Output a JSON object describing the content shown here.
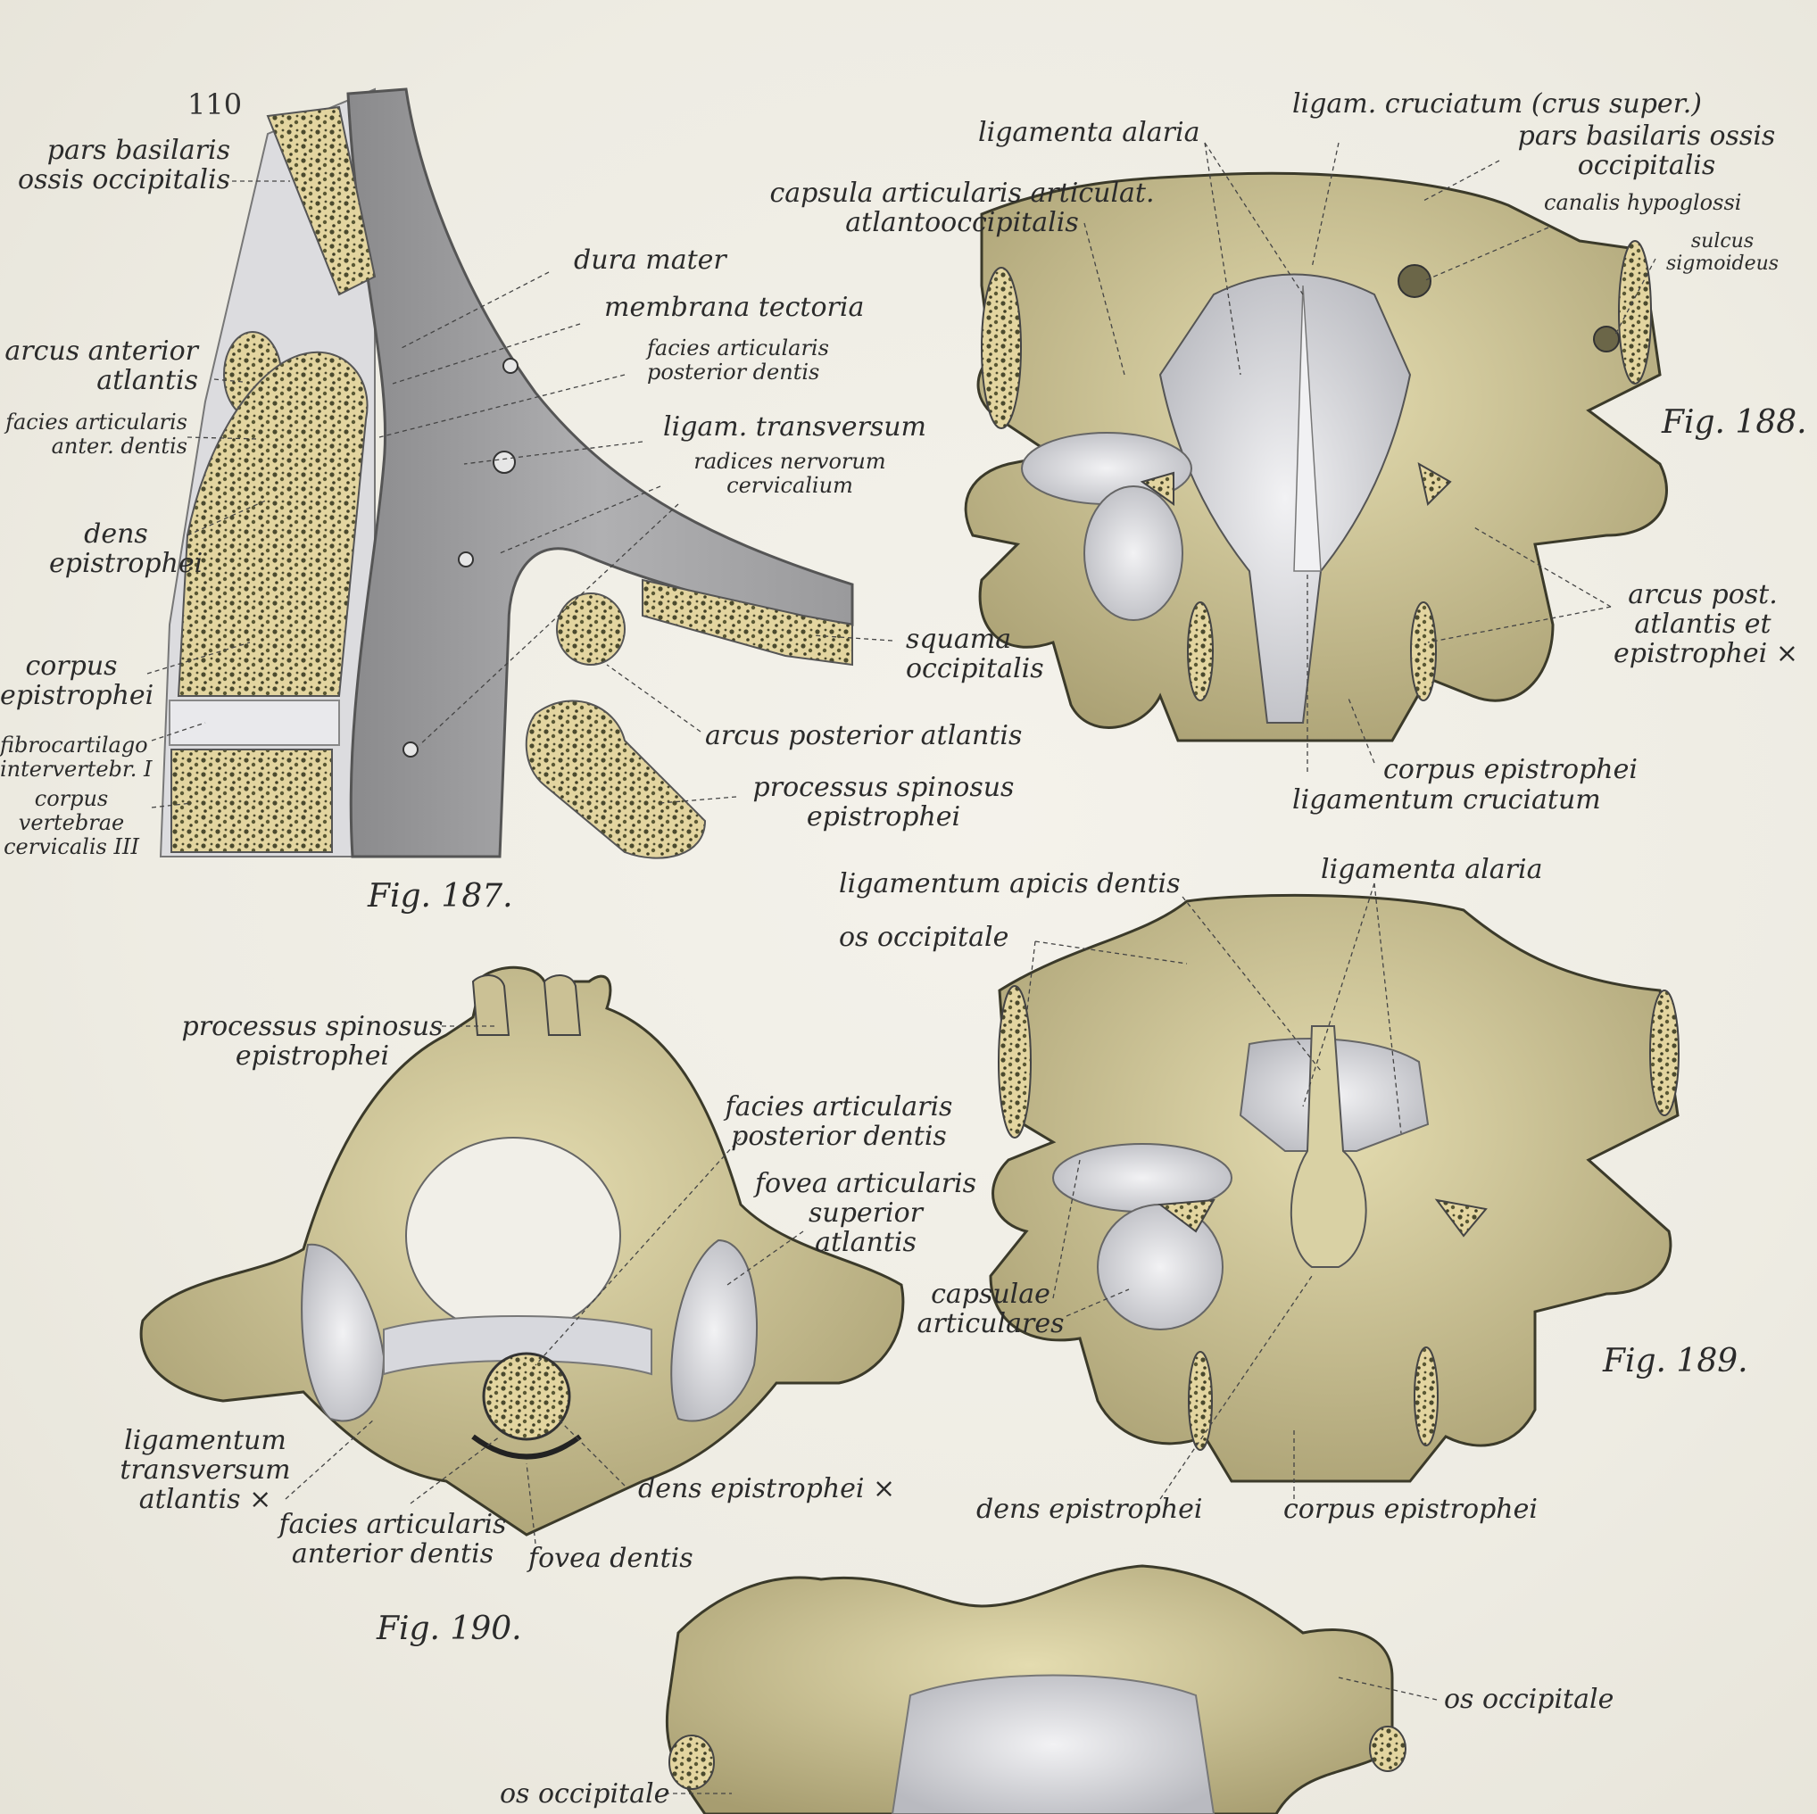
{
  "page_number": "110",
  "figures": {
    "fig187": {
      "caption": "Fig. 187.",
      "labels": {
        "pars_basilaris": [
          "pars basilaris",
          "ossis occipitalis"
        ],
        "dura_mater": "dura mater",
        "membrana_tectoria": "membrana tectoria",
        "arcus_anterior": [
          "arcus anterior",
          "atlantis"
        ],
        "facies_post_dentis": [
          "facies articularis",
          "posterior dentis"
        ],
        "facies_anter_dentis": [
          "facies articularis",
          "anter. dentis"
        ],
        "ligam_transversum": "ligam. transversum",
        "radices": [
          "radices nervorum",
          "cervicalium"
        ],
        "dens": [
          "dens",
          "epistrophei"
        ],
        "squama": [
          "squama",
          "occipitalis"
        ],
        "corpus_epistrophei": [
          "corpus",
          "epistrophei"
        ],
        "fibrocartilago": [
          "fibrocartilago",
          "intervertebr. I"
        ],
        "arcus_posterior": "arcus posterior atlantis",
        "corpus_vertebrae": [
          "corpus",
          "vertebrae",
          "cervicalis III"
        ],
        "processus_spinosus": [
          "processus spinosus",
          "epistrophei"
        ]
      }
    },
    "fig188": {
      "caption": "Fig. 188.",
      "labels": {
        "ligamenta_alaria": "ligamenta alaria",
        "cruciatum_super": "ligam. cruciatum (crus super.)",
        "pars_basilaris": [
          "pars basilaris ossis",
          "occipitalis"
        ],
        "capsula": [
          "capsula articularis articulat.",
          "atlantooccipitalis"
        ],
        "canalis": "canalis hypoglossi",
        "sulcus": [
          "sulcus",
          "sigmoideus"
        ],
        "arcus_post": [
          "arcus post.",
          "atlantis et",
          "epistrophei ×"
        ],
        "corpus_epistrophei": "corpus epistrophei",
        "ligamentum_cruciatum": "ligamentum cruciatum"
      }
    },
    "fig189": {
      "caption": "Fig. 189.",
      "labels": {
        "apicis": "ligamentum apicis dentis",
        "alaria": "ligamenta alaria",
        "os_occipitale": "os occipitale",
        "capsulae": [
          "capsulae",
          "articulares"
        ],
        "dens": "dens epistrophei",
        "corpus": "corpus epistrophei"
      }
    },
    "fig190": {
      "caption": "Fig. 190.",
      "labels": {
        "processus_spinosus": [
          "processus spinosus",
          "epistrophei"
        ],
        "facies_posterior": [
          "facies articularis",
          "posterior dentis"
        ],
        "fovea_superior": [
          "fovea articularis",
          "superior",
          "atlantis"
        ],
        "lig_transversum": [
          "ligamentum",
          "transversum",
          "atlantis ×"
        ],
        "dens": "dens epistrophei ×",
        "facies_anterior": [
          "facies articularis",
          "anterior dentis"
        ],
        "fovea_dentis": "fovea dentis"
      }
    },
    "fig191": {
      "labels": {
        "os_occipitale_right": "os occipitale",
        "os_occipitale_left": "os occipitale"
      }
    }
  },
  "colors": {
    "bone": "#d8cfa2",
    "bone_dark": "#a99f74",
    "dura": "#9d9d9f",
    "ligament": "#dfe0e4",
    "spongy": "#4b4a2e"
  }
}
